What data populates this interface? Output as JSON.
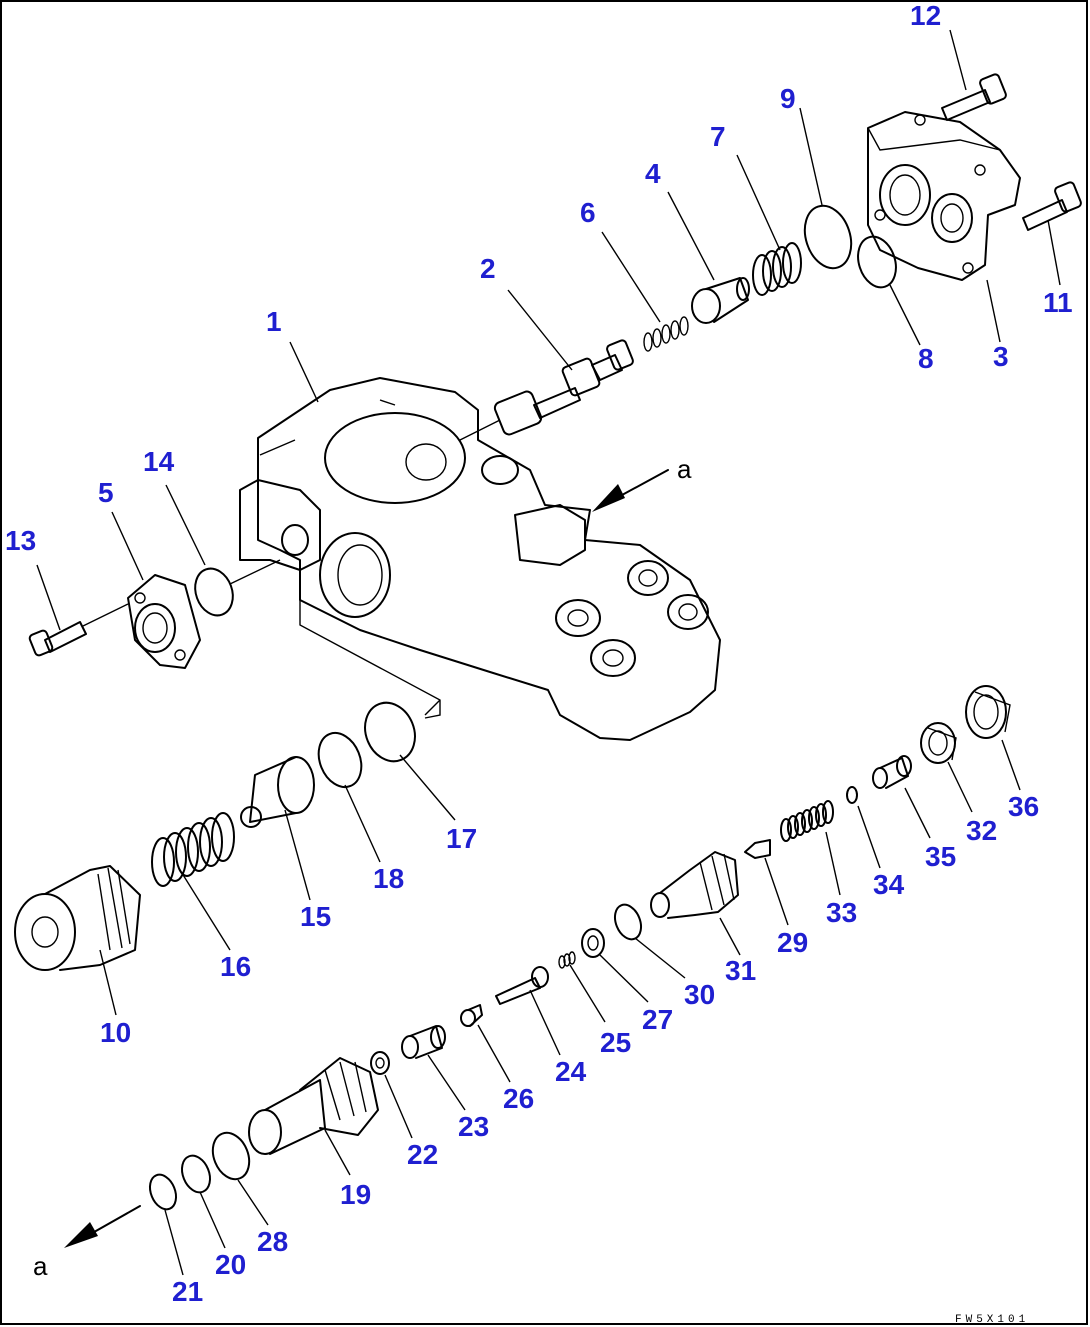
{
  "labels": {
    "p1": "1",
    "p2": "2",
    "p3": "3",
    "p4": "4",
    "p5": "5",
    "p6": "6",
    "p7": "7",
    "p8": "8",
    "p9": "9",
    "p10": "10",
    "p11": "11",
    "p12": "12",
    "p13": "13",
    "p14": "14",
    "p15": "15",
    "p16": "16",
    "p17": "17",
    "p18": "18",
    "p19": "19",
    "p20": "20",
    "p21": "21",
    "p22": "22",
    "p23": "23",
    "p24": "24",
    "p25": "25",
    "p26": "26",
    "p27": "27",
    "p28": "28",
    "p29": "29",
    "p30": "30",
    "p31": "31",
    "p32": "32",
    "p33": "33",
    "p34": "34",
    "p35": "35",
    "p36": "36"
  },
  "arrow_marker_top": "a",
  "arrow_marker_bottom": "a",
  "drawing_code": "FW5X101"
}
